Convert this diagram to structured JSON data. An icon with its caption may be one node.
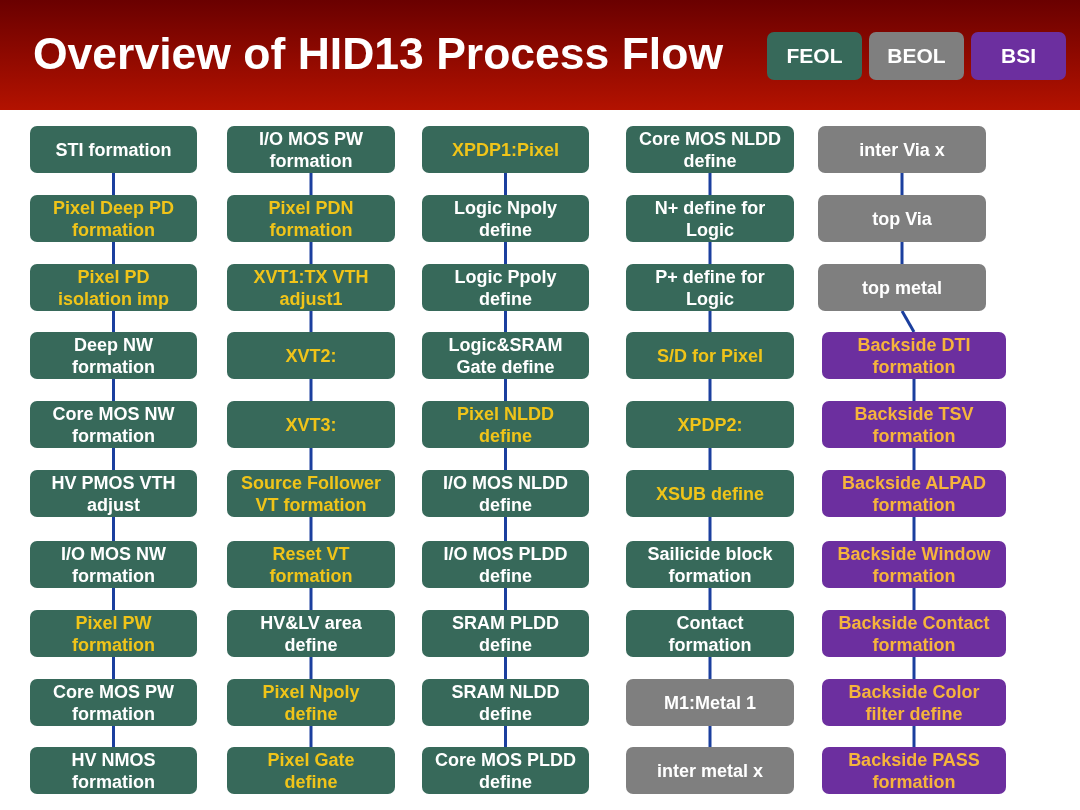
{
  "diagram": {
    "title": "Overview of HID13 Process Flow",
    "nodes": [
      {
        "text": [
          "STI formation"
        ]
      },
      {
        "text": [
          "Pixel Deep PD formation"
        ]
      },
      {
        "text": [
          "Pixel PD isolation imp"
        ]
      },
      {
        "text": [
          "Deep NW formation"
        ]
      },
      {
        "text": [
          "Core MOS NW formation"
        ]
      },
      {
        "text": [
          "HV PMOS VTH adjust"
        ]
      },
      {
        "text": [
          "I/O MOS NW formation"
        ]
      },
      {
        "text": [
          "Pixel PW formation"
        ]
      },
      {
        "text": [
          "Core MOS PW formation"
        ]
      },
      {
        "text": [
          "HV NMOS formation"
        ]
      },
      {
        "text": [
          "I/O MOS PW formation"
        ]
      },
      {
        "text": [
          "Pixel PDN formation"
        ]
      },
      {
        "text": [
          "XVT1:TX VTH adjust1"
        ]
      },
      {
        "text": [
          "XVT2:"
        ]
      },
      {
        "text": [
          "XVT3:"
        ]
      },
      {
        "text": [
          "Source Follower VT formation"
        ]
      },
      {
        "text": [
          "Reset VT formation"
        ]
      },
      {
        "text": [
          "HV&LV area define"
        ]
      },
      {
        "text": [
          "Pixel Npoly define"
        ]
      },
      {
        "text": [
          "Pixel Gate define"
        ]
      },
      {
        "text": [
          "XPDP1:Pixel"
        ]
      },
      {
        "text": [
          "Logic Npoly define"
        ]
      },
      {
        "text": [
          "Logic Ppoly define"
        ]
      },
      {
        "text": [
          "Logic&SRAM Gate define"
        ]
      },
      {
        "text": [
          "Pixel NLDD define"
        ]
      },
      {
        "text": [
          "I/O MOS NLDD define"
        ]
      },
      {
        "text": [
          "I/O MOS PLDD define"
        ]
      },
      {
        "text": [
          "SRAM PLDD define"
        ]
      },
      {
        "text": [
          "SRAM NLDD define"
        ]
      },
      {
        "text": [
          "Core MOS PLDD define"
        ]
      },
      {
        "text": [
          "Core MOS NLDD define"
        ]
      },
      {
        "text": [
          "N+ define for Logic"
        ]
      },
      {
        "text": [
          "P+ define for Logic"
        ]
      },
      {
        "text": [
          "S/D for Pixel"
        ]
      },
      {
        "text": [
          "XPDP2:"
        ]
      },
      {
        "text": [
          "XSUB define"
        ]
      },
      {
        "text": [
          "Sailicide block formation"
        ]
      },
      {
        "text": [
          "Contact formation"
        ]
      },
      {
        "text": [
          "M1:Metal 1"
        ]
      },
      {
        "text": [
          "inter metal x"
        ]
      },
      {
        "text": [
          "inter Via x"
        ]
      },
      {
        "text": [
          "top Via"
        ]
      },
      {
        "text": [
          "top metal"
        ]
      },
      {
        "text": [
          "Backside DTI formation"
        ]
      },
      {
        "text": [
          "Backside TSV formation"
        ]
      },
      {
        "text": [
          "Backside ALPAD formation"
        ]
      },
      {
        "text": [
          "Backside Window formation"
        ]
      },
      {
        "text": [
          "Backside Contact formation"
        ]
      },
      {
        "text": [
          "Backside Color filter define"
        ]
      },
      {
        "text": [
          "Backside PASS formation"
        ]
      }
    ],
    "edges": [
      {
        "from": 0,
        "to": 1,
        "arrow": "none"
      },
      {
        "from": 1,
        "to": 2,
        "arrow": "none"
      },
      {
        "from": 2,
        "to": 3,
        "arrow": "none"
      },
      {
        "from": 3,
        "to": 4,
        "arrow": "none"
      },
      {
        "from": 4,
        "to": 5,
        "arrow": "none"
      },
      {
        "from": 5,
        "to": 6,
        "arrow": "none"
      },
      {
        "from": 6,
        "to": 7,
        "arrow": "none"
      },
      {
        "from": 7,
        "to": 8,
        "arrow": "none"
      },
      {
        "from": 8,
        "to": 9,
        "arrow": "none"
      },
      {
        "from": 10,
        "to": 11,
        "arrow": "none"
      },
      {
        "from": 11,
        "to": 12,
        "arrow": "none"
      },
      {
        "from": 12,
        "to": 13,
        "arrow": "none"
      },
      {
        "from": 13,
        "to": 14,
        "arrow": "none"
      },
      {
        "from": 14,
        "to": 15,
        "arrow": "none"
      },
      {
        "from": 15,
        "to": 16,
        "arrow": "none"
      },
      {
        "from": 16,
        "to": 17,
        "arrow": "none"
      },
      {
        "from": 17,
        "to": 18,
        "arrow": "none"
      },
      {
        "from": 18,
        "to": 19,
        "arrow": "none"
      },
      {
        "from": 20,
        "to": 21,
        "arrow": "none"
      },
      {
        "from": 21,
        "to": 22,
        "arrow": "none"
      },
      {
        "from": 22,
        "to": 23,
        "arrow": "none"
      },
      {
        "from": 23,
        "to": 24,
        "arrow": "none"
      },
      {
        "from": 24,
        "to": 25,
        "arrow": "none"
      },
      {
        "from": 25,
        "to": 26,
        "arrow": "none"
      },
      {
        "from": 26,
        "to": 27,
        "arrow": "none"
      },
      {
        "from": 27,
        "to": 28,
        "arrow": "none"
      },
      {
        "from": 28,
        "to": 29,
        "arrow": "none"
      },
      {
        "from": 30,
        "to": 31,
        "arrow": "none"
      },
      {
        "from": 31,
        "to": 32,
        "arrow": "none"
      },
      {
        "from": 32,
        "to": 33,
        "arrow": "none"
      },
      {
        "from": 33,
        "to": 34,
        "arrow": "none"
      },
      {
        "from": 34,
        "to": 35,
        "arrow": "none"
      },
      {
        "from": 35,
        "to": 36,
        "arrow": "none"
      },
      {
        "from": 36,
        "to": 37,
        "arrow": "none"
      },
      {
        "from": 37,
        "to": 38,
        "arrow": "none"
      },
      {
        "from": 38,
        "to": 39,
        "arrow": "none"
      },
      {
        "from": 40,
        "to": 41,
        "arrow": "none"
      },
      {
        "from": 41,
        "to": 42,
        "arrow": "none"
      },
      {
        "from": 42,
        "to": 43,
        "arrow": "none"
      },
      {
        "from": 43,
        "to": 44,
        "arrow": "none"
      },
      {
        "from": 44,
        "to": 45,
        "arrow": "none"
      },
      {
        "from": 45,
        "to": 46,
        "arrow": "none"
      },
      {
        "from": 46,
        "to": 47,
        "arrow": "none"
      },
      {
        "from": 47,
        "to": 48,
        "arrow": "none"
      },
      {
        "from": 48,
        "to": 49,
        "arrow": "none"
      }
    ],
    "legend": [
      {
        "text": "FEOL",
        "color": "#37695a"
      },
      {
        "text": "BEOL",
        "color": "#7f7f7f"
      },
      {
        "text": "BSI",
        "color": "#6c2f9f"
      }
    ]
  }
}
